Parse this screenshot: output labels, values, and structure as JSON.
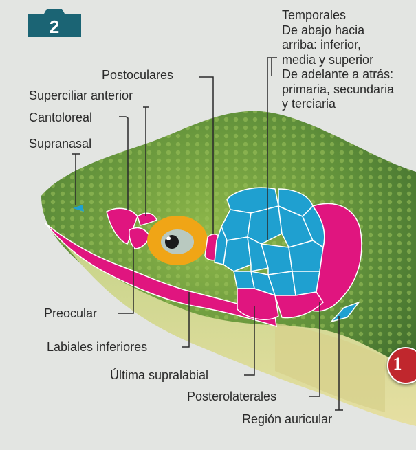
{
  "colors": {
    "background": "#e3e5e2",
    "temporal_scales": "#1fa0d0",
    "pink_scales": "#e0157f",
    "badge_teal": "#1b6474",
    "badge_red": "#c0272d",
    "label_text": "#2a2a2a"
  },
  "icons": {
    "camera": "camera-icon"
  },
  "camera_badge": {
    "number": "2"
  },
  "labels": {
    "temporales": [
      "Temporales",
      "De abajo hacia",
      "arriba: inferior,",
      "media y superior",
      "De adelante a atrás:",
      "primaria, secundaria",
      "y terciaria"
    ],
    "postoculares": "Postoculares",
    "superciliar_anterior": "Superciliar anterior",
    "cantoloreal": "Cantoloreal",
    "supranasal": "Supranasal",
    "preocular": "Preocular",
    "labiales_inferiores": "Labiales inferiores",
    "ultima_supralabial": "Última supralabial",
    "posterolaterales": "Posterolaterales",
    "region_auricular": "Región auricular"
  },
  "number_badge": "1"
}
